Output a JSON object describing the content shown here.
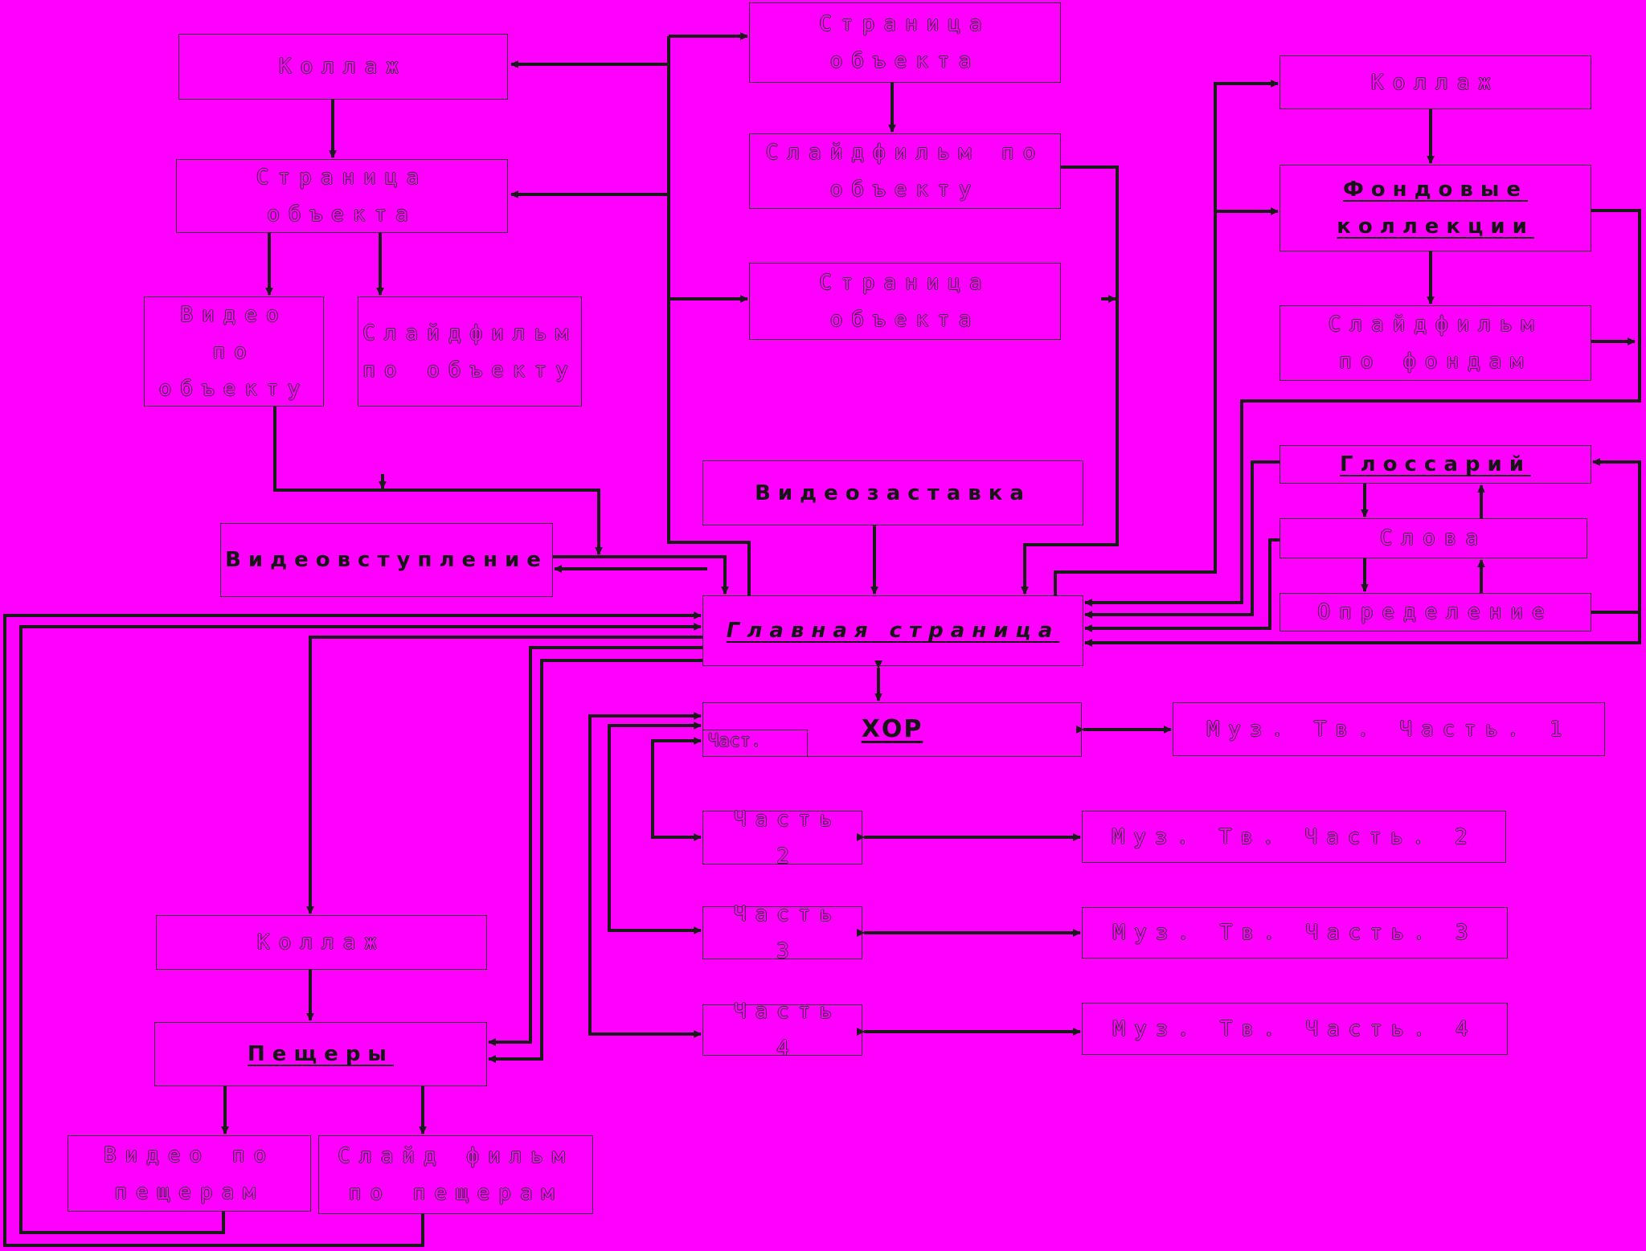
{
  "colors": {
    "background": "#ff00ff",
    "line": "#1a1a1a"
  },
  "nodes": {
    "kollazh_left": "Коллаж",
    "stranitsa_left": "Страница\nобъекта",
    "video_po_obektu": "Видео\nпо\nобъекту",
    "slaidfilm_left": "Слайдфильм\nпо объекту",
    "stranitsa_top": "Страница\nобъекта",
    "slaidfilm_center": "Слайдфильм по\nобъекту",
    "stranitsa_center": "Страница\nобъекта",
    "kollazh_right": "Коллаж",
    "fondovye": "Фондовые\nколлекции",
    "slaidfilm_fondy": "Слайдфильм\nпо фондам",
    "glossariy": "Глоссарий",
    "slova": "Слова",
    "opredelenie": "Определение",
    "videozastavka": "Видеозаставка",
    "videovstuplenie": "Видеовступление",
    "glavnaya": "Главная страница",
    "khor": "ХОР",
    "khor_part": "Част.",
    "muz_1": "Муз. Тв. Часть. 1",
    "chast_2": "Часть 2",
    "muz_2": "Муз. Тв. Часть. 2",
    "chast_3": "Часть 3",
    "muz_3": "Муз. Тв. Часть. 3",
    "chast_4": "Часть 4",
    "muz_4": "Муз. Тв. Часть. 4",
    "kollazh_bottom": "Коллаж",
    "peshchery": "Пещеры",
    "video_peshchery": "Видео по\nпещерам",
    "slaid_peshchery": "Слайд фильм\nпо пещерам"
  }
}
